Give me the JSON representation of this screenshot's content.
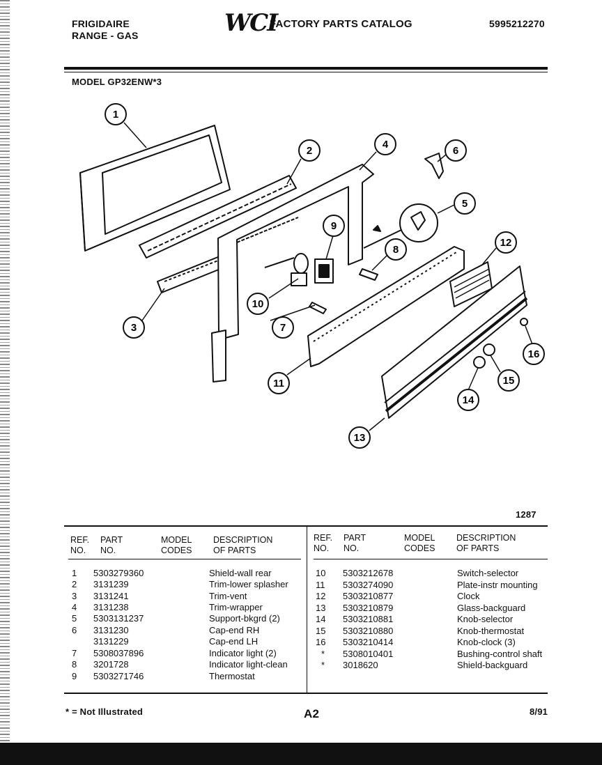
{
  "header": {
    "brand": "FRIGIDAIRE",
    "product": "RANGE - GAS",
    "logo": "WCI",
    "catalog_title": "FACTORY PARTS CATALOG",
    "catalog_number": "5995212270",
    "model_label": "MODEL GP32ENW*3"
  },
  "diagram": {
    "code": "1287",
    "callouts": [
      "1",
      "2",
      "3",
      "4",
      "5",
      "6",
      "7",
      "8",
      "9",
      "10",
      "11",
      "12",
      "13",
      "14",
      "15",
      "16"
    ]
  },
  "table": {
    "headers": {
      "ref": [
        "REF.",
        "NO."
      ],
      "part": [
        "PART",
        "NO."
      ],
      "model": [
        "MODEL",
        "CODES"
      ],
      "desc": [
        "DESCRIPTION",
        "OF PARTS"
      ]
    },
    "left_rows": [
      {
        "ref": "1",
        "part": "5303279360",
        "desc": "Shield-wall rear"
      },
      {
        "ref": "2",
        "part": "3131239",
        "desc": "Trim-lower splasher"
      },
      {
        "ref": "3",
        "part": "3131241",
        "desc": "Trim-vent"
      },
      {
        "ref": "4",
        "part": "3131238",
        "desc": "Trim-wrapper"
      },
      {
        "ref": "5",
        "part": "5303131237",
        "desc": "Support-bkgrd (2)"
      },
      {
        "ref": "6",
        "part": "3131230",
        "desc": "Cap-end RH"
      },
      {
        "ref": "",
        "part": "3131229",
        "desc": "Cap-end LH"
      },
      {
        "ref": "7",
        "part": "5308037896",
        "desc": "Indicator light (2)"
      },
      {
        "ref": "8",
        "part": "3201728",
        "desc": "Indicator light-clean"
      },
      {
        "ref": "9",
        "part": "5303271746",
        "desc": "Thermostat"
      }
    ],
    "right_rows": [
      {
        "ref": "10",
        "part": "5303212678",
        "desc": "Switch-selector"
      },
      {
        "ref": "11",
        "part": "5303274090",
        "desc": "Plate-instr mounting"
      },
      {
        "ref": "12",
        "part": "5303210877",
        "desc": "Clock"
      },
      {
        "ref": "13",
        "part": "5303210879",
        "desc": "Glass-backguard"
      },
      {
        "ref": "14",
        "part": "5303210881",
        "desc": "Knob-selector"
      },
      {
        "ref": "15",
        "part": "5303210880",
        "desc": "Knob-thermostat"
      },
      {
        "ref": "16",
        "part": "5303210414",
        "desc": "Knob-clock (3)"
      },
      {
        "ref": "*",
        "part": "5308010401",
        "desc": "Bushing-control shaft"
      },
      {
        "ref": "*",
        "part": "3018620",
        "desc": "Shield-backguard"
      }
    ]
  },
  "footer": {
    "note": "* = Not Illustrated",
    "page": "A2",
    "date": "8/91"
  }
}
